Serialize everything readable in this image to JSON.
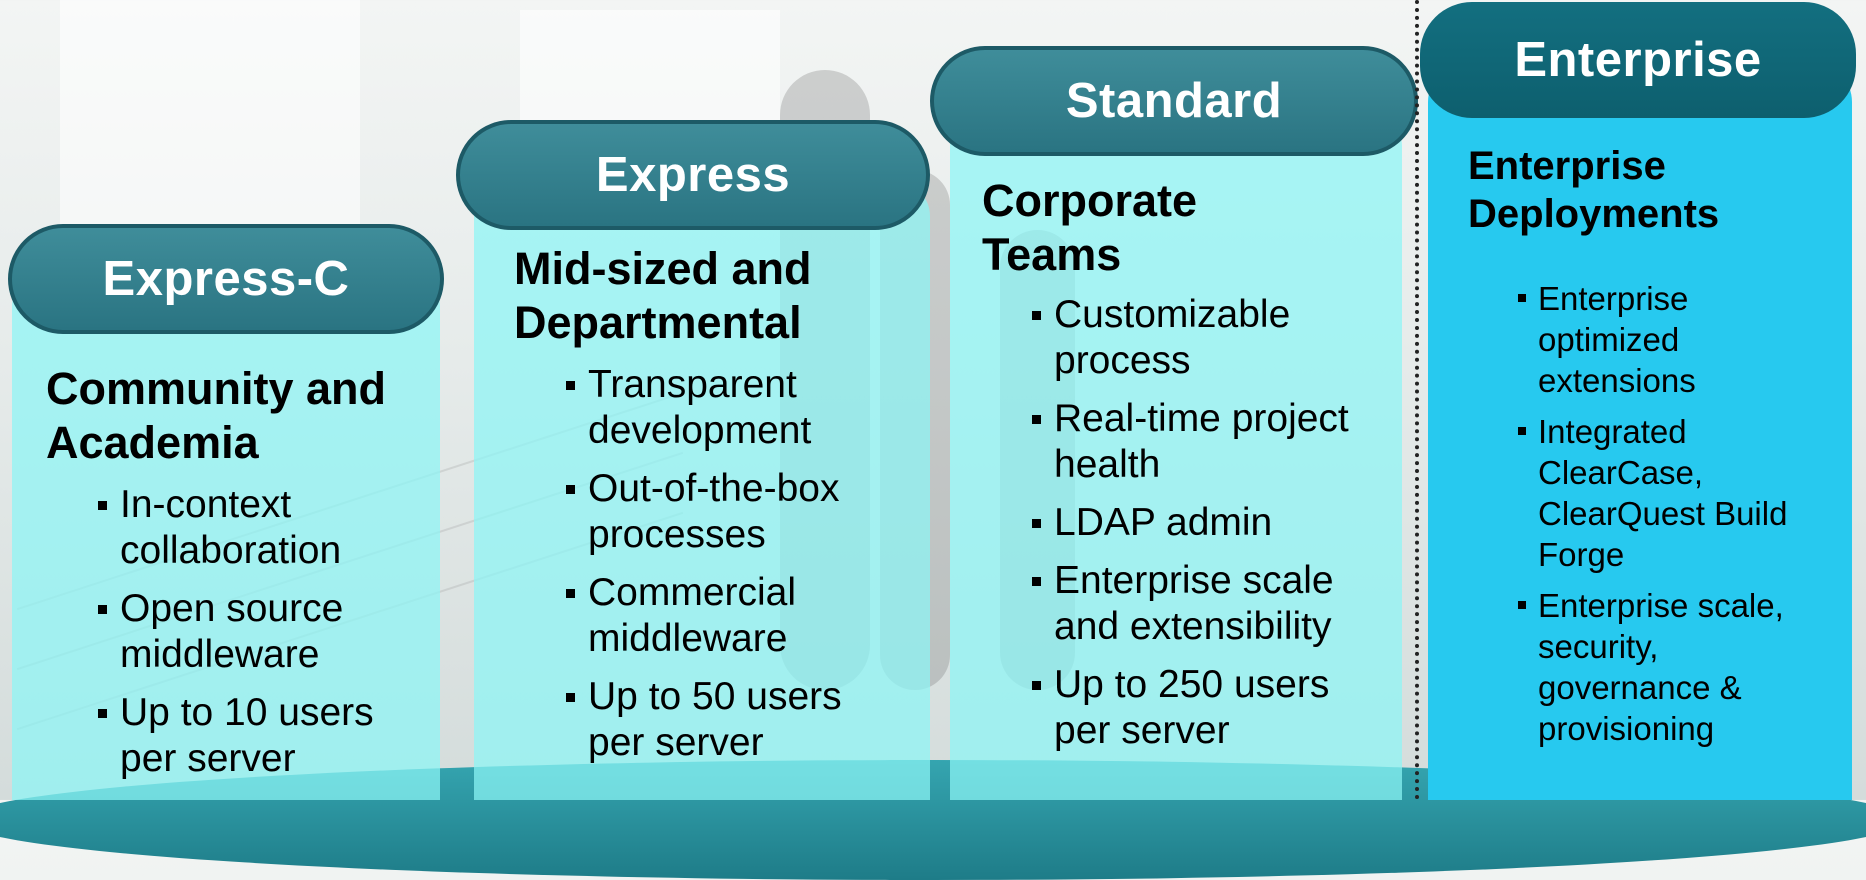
{
  "tiers": [
    {
      "name": "Express-C",
      "heading": "Community and Academia",
      "bullets": [
        "In-context collaboration",
        "Open source middleware",
        "Up to 10 users per server"
      ]
    },
    {
      "name": "Express",
      "heading": "Mid-sized and Departmental",
      "bullets": [
        "Transparent development",
        "Out-of-the-box processes",
        "Commercial middleware",
        "Up to 50 users per server"
      ]
    },
    {
      "name": "Standard",
      "heading": "Corporate Teams",
      "bullets": [
        "Customizable process",
        "Real-time project health",
        "LDAP admin",
        "Enterprise scale and extensibility",
        "Up to 250 users per server"
      ]
    },
    {
      "name": "Enterprise",
      "heading": "Enterprise Deployments",
      "bullets": [
        "Enterprise optimized extensions",
        "Integrated ClearCase, ClearQuest Build Forge",
        "Enterprise scale, security, governance & provisioning"
      ]
    }
  ],
  "colors": {
    "tab_fill": "#2f7d8a",
    "tab_border": "#1d5a66",
    "column_fill": "#8cf5f5",
    "enterprise_column_fill": "#27c9ef",
    "enterprise_tab_fill": "#0f6574",
    "base_fill": "#2a8f9b"
  }
}
